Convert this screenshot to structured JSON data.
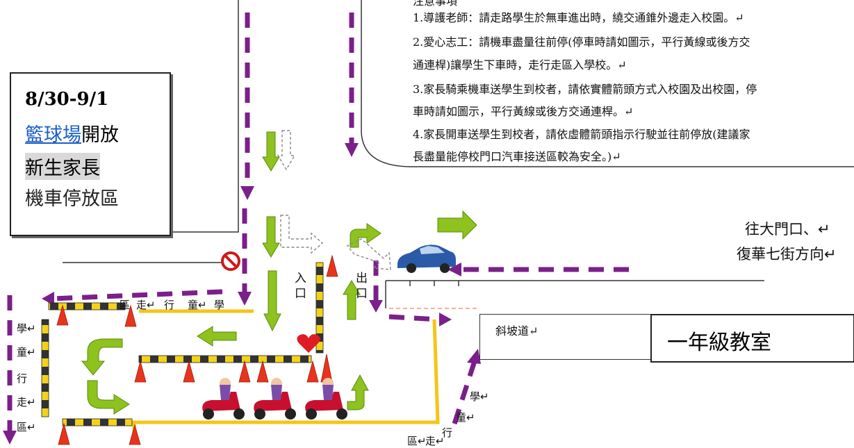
{
  "notice": {
    "title": "注意事項",
    "lines": [
      "1.導護老師：請走路學生於無車進出時，繞交通錐外邊走入校園。↵",
      "2.愛心志工：請機車盡量往前停(停車時請如圖示，平行黃線或後方交",
      "通連桿)讓學生下車時，走行走區入學校。↵",
      "3.家長騎乘機車送學生到校者，請依實體箭頭方式入校園及出校園，停",
      "車時請如圖示，平行黃線或後方交通連桿。↵",
      "4.家長開車送學生到校者，請依虛體箭頭指示行駛並往前停放(建議家",
      "長盡量能停校門口汽車接送區較為安全。)↵"
    ]
  },
  "info_box": {
    "dates": "8/30-9/1",
    "link_text": "籃球場",
    "open_text": "開放",
    "highlight": "新生家長",
    "last": "機車停放區"
  },
  "labels": {
    "entrance": [
      "入",
      "口"
    ],
    "exit": [
      "出",
      "口"
    ],
    "to_gate_1": "往大門口、↵",
    "to_gate_2": "復華七街方向↵",
    "ramp": "斜坡道↵",
    "classroom": "一年級教室",
    "top_walk": [
      "區",
      "走↵",
      "行",
      "童↵",
      "學"
    ],
    "left_walk": [
      "學↵",
      "童↵",
      "行",
      "走↵",
      "區↵"
    ],
    "right_walk": [
      "學↵",
      "童↵",
      "行",
      "走↵",
      "區↵"
    ]
  },
  "colors": {
    "green_arrow": "#8dc21f",
    "purple_dash": "#7b1f8a",
    "yellow_line": "#f5c518",
    "cone": "#e8341c",
    "barrier_dark": "#333333",
    "barrier_light": "#f2d21a",
    "car": "#2a5aa8",
    "heart": "#e01b24"
  },
  "icons": [
    "no-entry-icon",
    "heart-icon",
    "car-icon",
    "scooter-icon",
    "traffic-cone-icon"
  ]
}
